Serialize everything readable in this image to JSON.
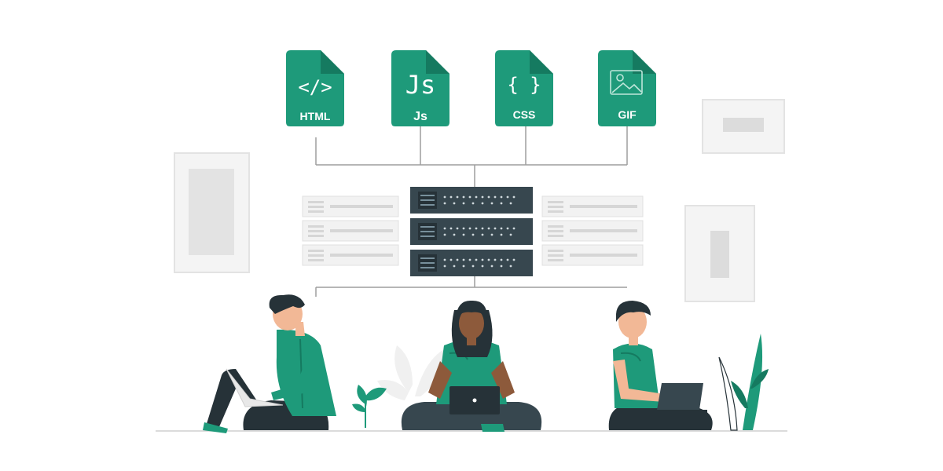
{
  "files": [
    {
      "id": "html",
      "glyph": "</>",
      "label": "HTML",
      "icon": "code-brackets-icon"
    },
    {
      "id": "js",
      "glyph": "Js",
      "label": "Js",
      "icon": "javascript-icon"
    },
    {
      "id": "css",
      "glyph": "{ }",
      "label": "CSS",
      "icon": "curly-braces-icon"
    },
    {
      "id": "gif",
      "glyph": "",
      "label": "GIF",
      "icon": "image-icon"
    }
  ],
  "colors": {
    "accent": "#1e9a7a",
    "accent_dark": "#157a60",
    "server": "#37474f",
    "server_light": "#e6e6e6",
    "connector": "#9e9e9e",
    "hair": "#263238",
    "skin_light": "#f2b896",
    "skin_dark": "#8d5a3b",
    "pants": "#263238"
  }
}
